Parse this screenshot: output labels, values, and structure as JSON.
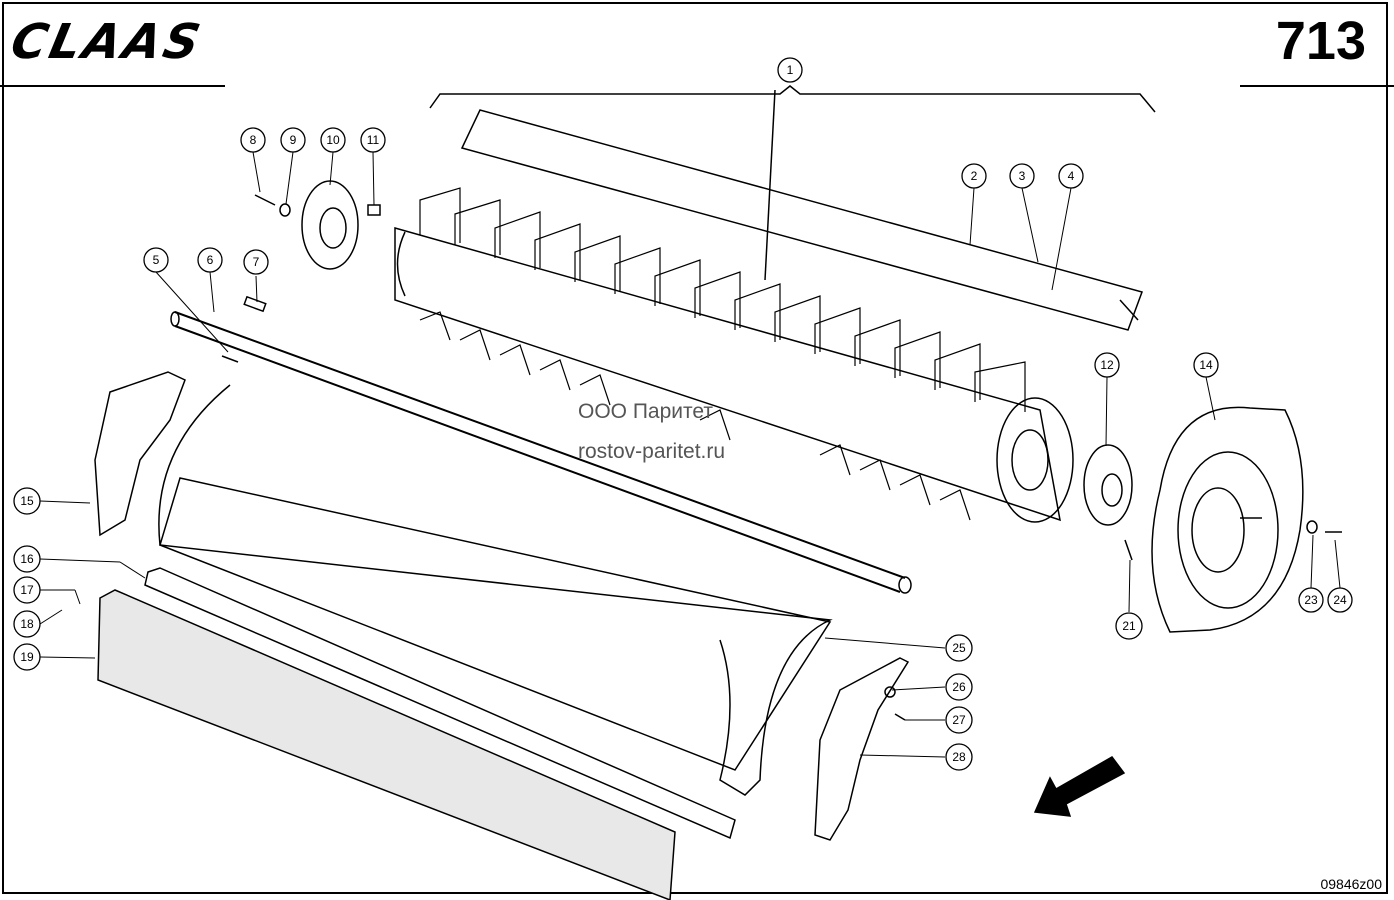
{
  "header": {
    "brand": "CLAAS",
    "sheet_number": "713"
  },
  "watermark": {
    "line1": "ООО Паритет",
    "line2": "rostov-paritet.ru"
  },
  "footer": {
    "drawing_code": "09846z00"
  },
  "callouts": [
    {
      "label": "1"
    },
    {
      "label": "2"
    },
    {
      "label": "3"
    },
    {
      "label": "4"
    },
    {
      "label": "5"
    },
    {
      "label": "6"
    },
    {
      "label": "7"
    },
    {
      "label": "8"
    },
    {
      "label": "9"
    },
    {
      "label": "10"
    },
    {
      "label": "11"
    },
    {
      "label": "12"
    },
    {
      "label": "14"
    },
    {
      "label": "15"
    },
    {
      "label": "16"
    },
    {
      "label": "17"
    },
    {
      "label": "18"
    },
    {
      "label": "19"
    },
    {
      "label": "21"
    },
    {
      "label": "23"
    },
    {
      "label": "24"
    },
    {
      "label": "25"
    },
    {
      "label": "26"
    },
    {
      "label": "27"
    },
    {
      "label": "28"
    }
  ]
}
